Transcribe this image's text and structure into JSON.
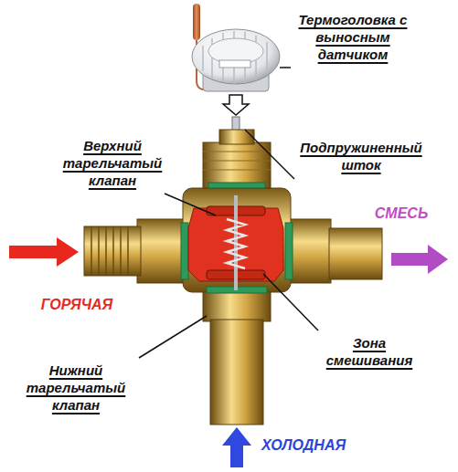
{
  "diagram": {
    "labels": [
      "Термоголовка с выносным датчиком",
      "Подпружиненный шток",
      "Верхний тарельчатый клапан",
      "СМЕСЬ",
      "ГОРЯЧАЯ",
      "Зона смешивания",
      "Нижний тарельчатый клапан",
      "ХОЛОДНАЯ"
    ]
  }
}
